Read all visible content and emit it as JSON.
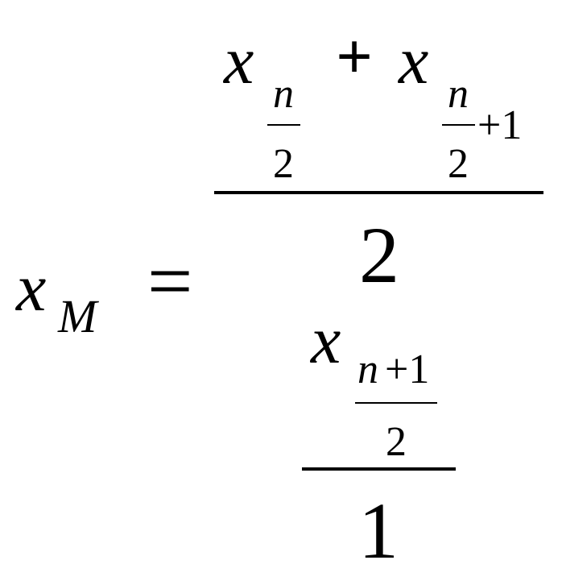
{
  "formula": {
    "lhs": {
      "var": "x",
      "sub": "M"
    },
    "equals": "=",
    "first_fraction": {
      "numerator": {
        "term1": {
          "var": "x",
          "sub_num": "n",
          "sub_den": "2"
        },
        "plus": "+",
        "term2": {
          "var": "x",
          "sub_num": "n",
          "sub_den": "2",
          "sub_tail": "+1"
        }
      },
      "denominator": "2"
    },
    "second_fraction": {
      "numerator": {
        "var": "x",
        "sub_num_var": "n",
        "sub_num_tail": "+1",
        "sub_den": "2"
      },
      "denominator": "1"
    }
  }
}
